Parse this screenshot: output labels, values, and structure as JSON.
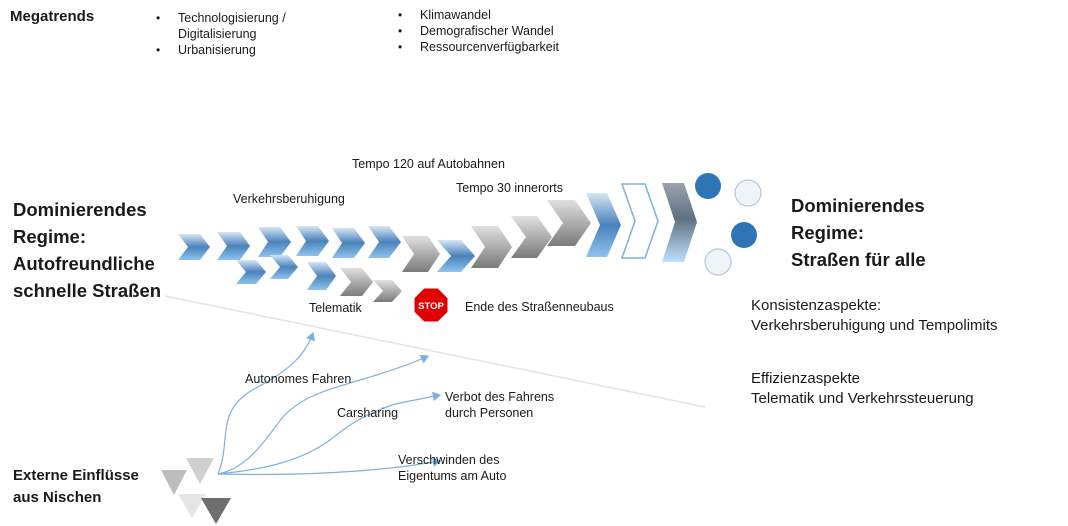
{
  "megatrends": {
    "title": "Megatrends",
    "col1": [
      "Technologisierung / Digitalisierung",
      "Urbanisierung"
    ],
    "col2": [
      "Klimawandel",
      "Demografischer Wandel",
      "Ressourcenverfügbarkeit"
    ]
  },
  "regime_left": [
    "Dominierendes",
    "Regime:",
    "Autofreundliche",
    "schnelle Straßen"
  ],
  "regime_right": [
    "Dominierendes",
    "Regime:",
    "Straßen für alle"
  ],
  "labels": {
    "tempo120": "Tempo 120 auf Autobahnen",
    "tempo30": "Tempo 30 innerorts",
    "verkehrsberuhigung": "Verkehrsberuhigung",
    "telematik": "Telematik",
    "stop": "STOP",
    "ende": "Ende des Straßenneubaus"
  },
  "aspects": {
    "konsistenz": [
      "Konsistenzaspekte:",
      "Verkehrsberuhigung und Tempolimits"
    ],
    "effizienz": [
      "Effizienzaspekte",
      "Telematik und Verkehrssteuerung"
    ]
  },
  "niches": {
    "title": [
      "Externe Einflüsse",
      "aus Nischen"
    ],
    "autonom": "Autonomes Fahren",
    "carsharing": "Carsharing",
    "verbot": [
      "Verbot des Fahrens",
      "durch Personen"
    ],
    "eigentum": [
      "Verschwinden des",
      "Eigentums am Auto"
    ]
  },
  "colors": {
    "chevron_blue": "#5b9bd5",
    "chevron_gray": "#8c8c8c",
    "circle_blue": "#2e75b6",
    "stop_red": "#e00000",
    "arrow_blue": "#7fb0dc"
  }
}
